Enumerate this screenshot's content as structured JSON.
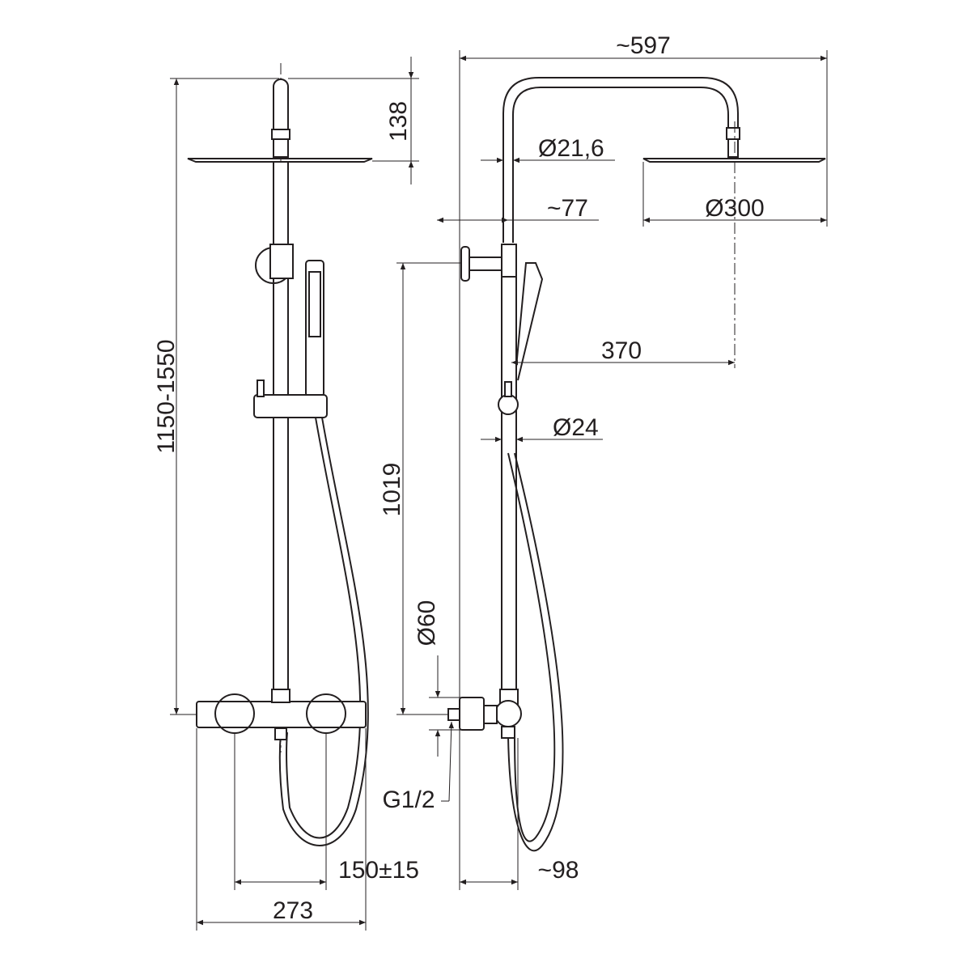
{
  "title": "Shower system technical drawing",
  "dimensions": {
    "total_width": "~597",
    "head_height": "138",
    "pipe_diameter": "Ø21,6",
    "wall_offset": "~77",
    "head_diameter": "Ø300",
    "arm_reach": "370",
    "rod_diameter": "Ø24",
    "height_range": "1150-1550",
    "rod_length": "1019",
    "escutcheon_diameter": "Ø60",
    "connection_thread": "G1/2",
    "inlet_spacing": "150±15",
    "mixer_width": "273",
    "mixer_depth": "~98"
  }
}
